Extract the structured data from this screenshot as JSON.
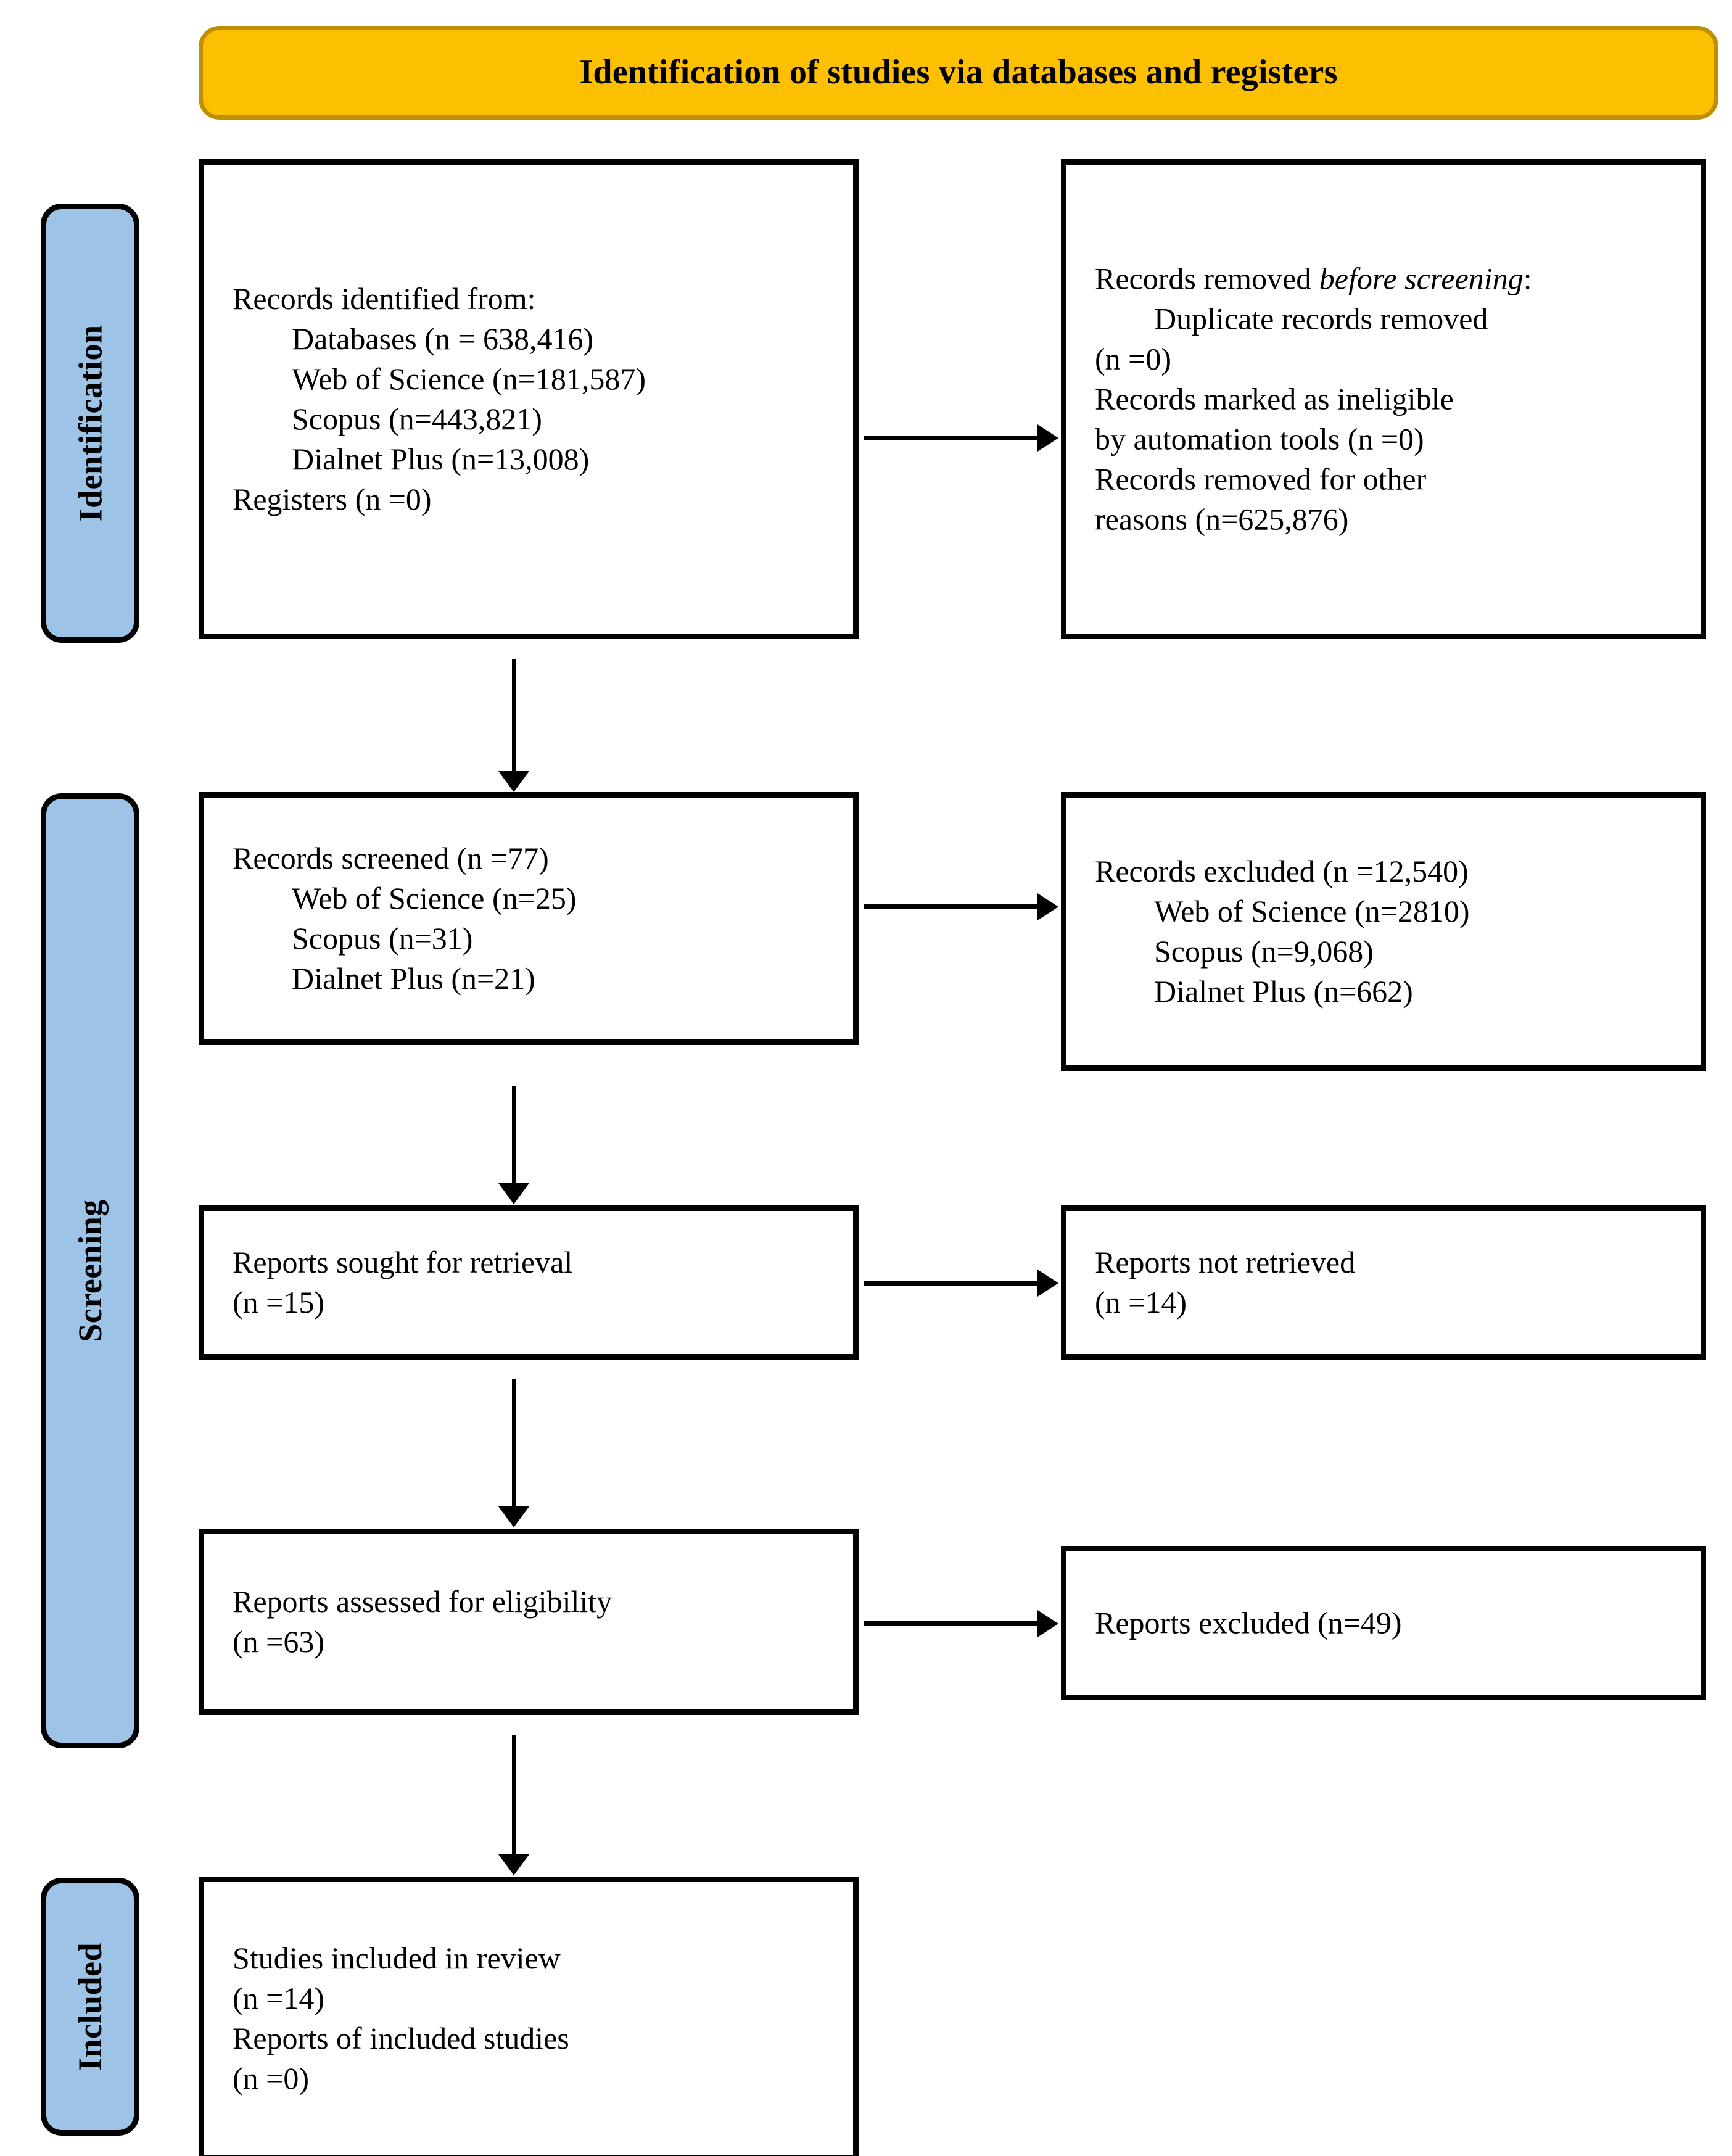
{
  "header": {
    "title": "Identification of studies via databases and registers"
  },
  "phases": [
    {
      "id": "identification",
      "label": "Identification"
    },
    {
      "id": "screening",
      "label": "Screening"
    },
    {
      "id": "included",
      "label": "Included"
    }
  ],
  "boxes": {
    "identified": {
      "lines": [
        "Records identified from:",
        "Databases (n = 638,416)",
        "Web of Science (n=181,587)",
        "Scopus (n=443,821)",
        "Dialnet Plus (n=13,008)",
        "Registers (n =0)"
      ]
    },
    "removed": {
      "line1_a": "Records removed ",
      "line1_b": "before screening",
      "line1_c": ":",
      "lines": [
        "Duplicate records removed",
        "(n =0)",
        "Records marked as ineligible",
        "by automation tools (n =0)",
        "Records removed for other",
        "reasons (n=625,876)"
      ]
    },
    "screened": {
      "lines": [
        "Records screened (n =77)",
        "Web of Science (n=25)",
        "Scopus (n=31)",
        "Dialnet Plus (n=21)"
      ]
    },
    "excluded": {
      "lines": [
        "Records excluded (n =12,540)",
        "Web of Science (n=2810)",
        "Scopus (n=9,068)",
        "Dialnet Plus (n=662)"
      ]
    },
    "sought": {
      "lines": [
        "Reports sought for retrieval",
        "(n =15)"
      ]
    },
    "not_retrieved": {
      "lines": [
        "Reports not retrieved",
        "(n =14)"
      ]
    },
    "assessed": {
      "lines": [
        "Reports assessed for eligibility",
        "(n =63)"
      ]
    },
    "reports_excluded": {
      "lines": [
        "Reports excluded (n=49)"
      ]
    },
    "included": {
      "lines": [
        "Studies included in review",
        "(n =14)",
        "Reports of included studies",
        "(n =0)"
      ]
    }
  },
  "colors": {
    "header_fill": "#FCC000",
    "header_border": "#BF8F00",
    "sidebar_fill": "#9DC3E6",
    "box_border": "#000000",
    "box_fill": "#FFFFFF",
    "arrow": "#000000"
  }
}
